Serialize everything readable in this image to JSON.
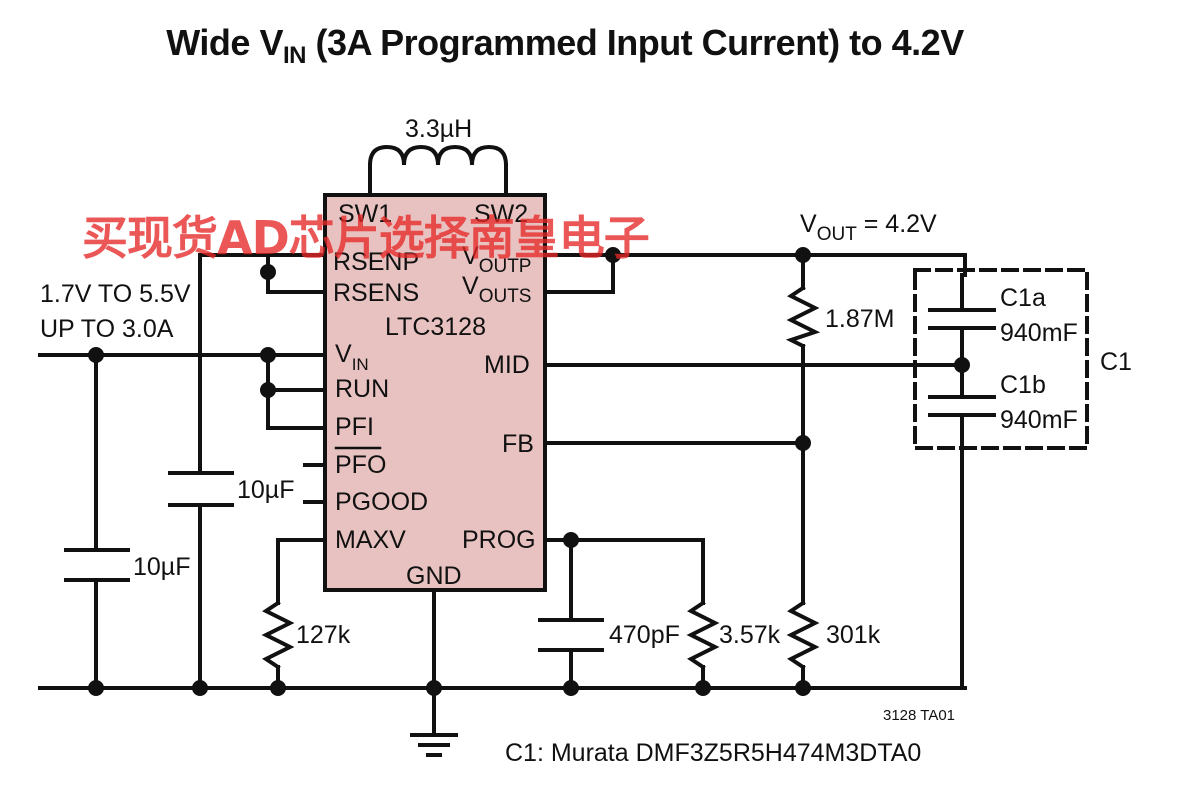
{
  "title": {
    "prefix": "Wide V",
    "sub": "IN",
    "suffix": " (3A Programmed Input Current) to 4.2V"
  },
  "watermark": "买现货AD芯片选择南皇电子",
  "colors": {
    "ic_fill": "#E8C2C0",
    "wire": "#111111",
    "watermark": "#E62828"
  },
  "ic": {
    "name": "LTC3128",
    "pins": {
      "sw1": "SW1",
      "sw2": "SW2",
      "rsenp": "RSENP",
      "rsens": "RSENS",
      "vin_main": "V",
      "vin_sub": "IN",
      "run": "RUN",
      "pfi": "PFI",
      "pfo": "PFO",
      "pgood": "PGOOD",
      "maxv": "MAXV",
      "voutp_main": "V",
      "voutp_sub": "OUTP",
      "vouts_main": "V",
      "vouts_sub": "OUTS",
      "mid": "MID",
      "fb": "FB",
      "prog": "PROG",
      "gnd": "GND"
    }
  },
  "components": {
    "inductor": "3.3µH",
    "cin1": "10µF",
    "cin2": "10µF",
    "r_maxv": "127k",
    "c_prog": "470pF",
    "r_prog": "3.57k",
    "r_top": "1.87M",
    "r_bot": "301k",
    "c1a_name": "C1a",
    "c1a_val": "940mF",
    "c1b_name": "C1b",
    "c1b_val": "940mF",
    "c1": "C1"
  },
  "input": {
    "line1": "1.7V TO 5.5V",
    "line2": "UP TO 3.0A"
  },
  "output": {
    "prefix": "V",
    "sub": "OUT",
    "suffix": " = 4.2V"
  },
  "figure_id": "3128 TA01",
  "note": "C1: Murata DMF3Z5R5H474M3DTA0"
}
